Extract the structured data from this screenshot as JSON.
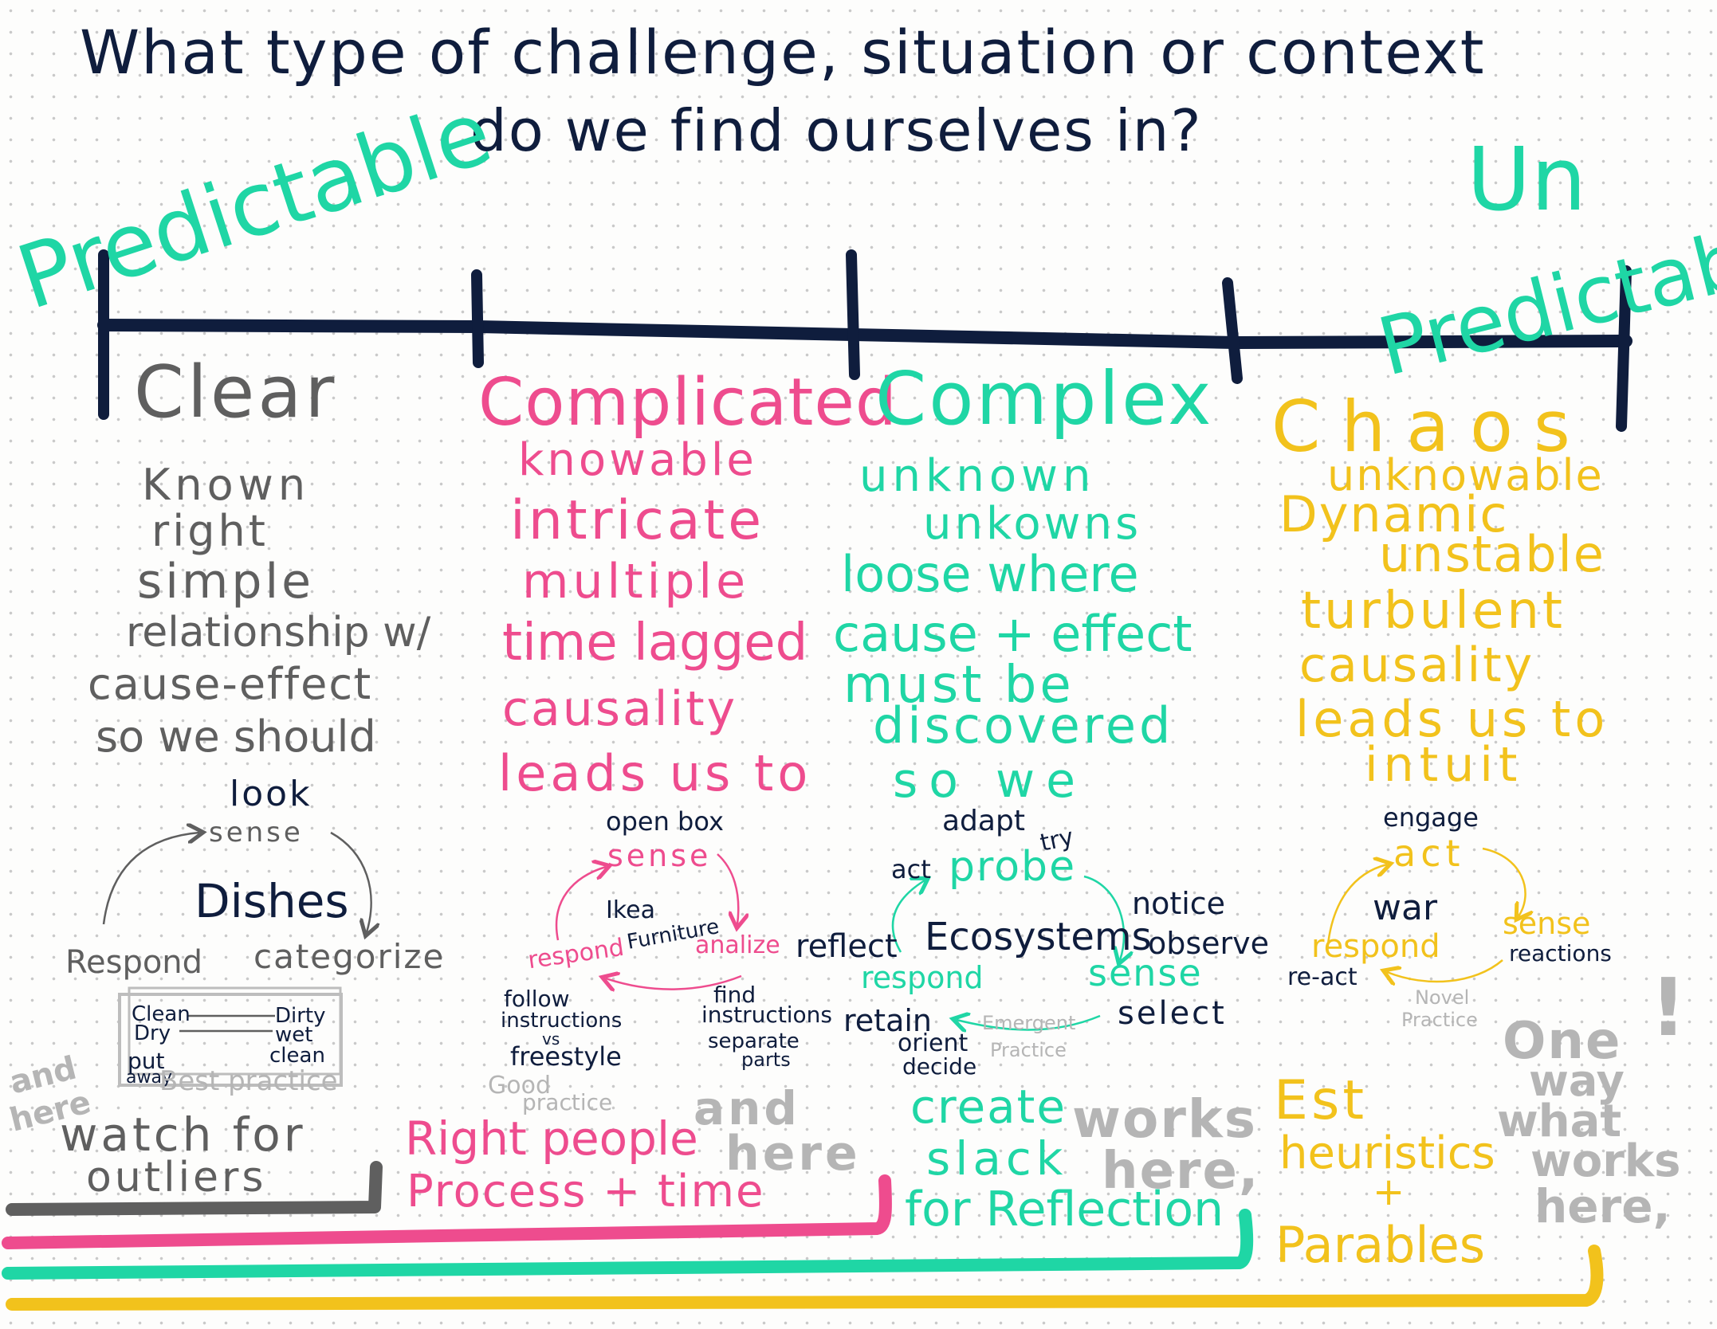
{
  "title": {
    "line1": "What type of challenge, situation or context",
    "line2": "do we find ourselves in?"
  },
  "axis": {
    "left_label": "Predictable",
    "right_label_1": "Un",
    "right_label_2": "Predictable"
  },
  "domains": {
    "clear": {
      "name": "Clear",
      "lines": [
        "Known",
        "right",
        "simple",
        "relationship w/",
        "cause-effect",
        "so we should"
      ],
      "cycle": {
        "top_word": "look",
        "sense": "sense",
        "center": "Dishes",
        "left": "Respond",
        "right": "categorize"
      },
      "box": {
        "clean": "Clean",
        "dirty": "Dirty",
        "dry": "Dry",
        "wet": "wet",
        "put": "put",
        "away": "away",
        "clean2": "clean",
        "practice": "Best practice"
      },
      "aside": {
        "and": "and",
        "here": "here"
      },
      "footer_1": "watch for",
      "footer_2": "outliers"
    },
    "complicated": {
      "name": "Complicated",
      "lines": [
        "knowable",
        "intricate",
        "multiple",
        "time lagged",
        "causality",
        "leads us to"
      ],
      "cycle": {
        "top": "open box",
        "sense": "sense",
        "center_1": "Ikea",
        "center_2": "Furniture",
        "right": "analize",
        "left": "respond",
        "bl_1": "follow",
        "bl_2": "instructions",
        "bl_3": "vs",
        "bl_4": "freestyle",
        "br_1": "find",
        "br_2": "instructions",
        "br_3": "separate",
        "br_4": "parts",
        "practice_1": "Good",
        "practice_2": "practice"
      },
      "footer_1": "Right people",
      "footer_2": "Process + time",
      "aside": {
        "and": "and",
        "here": "here"
      }
    },
    "complex": {
      "name": "Complex",
      "lines": [
        "unknown",
        "unkowns",
        "loose where",
        "cause + effect",
        "must be",
        "discovered",
        "so we"
      ],
      "cycle": {
        "top_1": "adapt",
        "top_2": "try",
        "act": "act",
        "probe": "probe",
        "notice": "notice",
        "observe": "observe",
        "reflect": "reflect",
        "center": "Ecosystems",
        "respond": "respond",
        "sense": "sense",
        "retain": "retain",
        "select": "select",
        "orient": "orient",
        "decide": "decide",
        "practice_1": "Emergent",
        "practice_2": "Practice"
      },
      "footer_1": "create",
      "footer_2": "slack",
      "footer_3": "for Reflection",
      "aside": {
        "works": "works",
        "here": "here,"
      }
    },
    "chaos": {
      "name": "Chaos",
      "lines": [
        "unknowable",
        "Dynamic",
        "unstable",
        "turbulent",
        "causality",
        "leads us to",
        "intuit"
      ],
      "cycle": {
        "top": "engage",
        "act": "act",
        "center": "war",
        "sense": "sense",
        "reactions": "reactions",
        "respond": "respond",
        "react": "re-act",
        "practice_1": "Novel",
        "practice_2": "Practice"
      },
      "footer_1": "Est",
      "footer_2": "heuristics",
      "footer_3": "+",
      "footer_4": "Parables",
      "aside": {
        "one": "One",
        "way": "way",
        "bang": "!",
        "what": "what",
        "works": "works",
        "here": "here,"
      }
    }
  },
  "colors": {
    "navy": "#0f1d3d",
    "teal": "#1fd6a5",
    "pink": "#ee4c8e",
    "gold": "#f2c21c",
    "gray": "#5f5f5f",
    "lightgray": "#b5b5b5"
  }
}
